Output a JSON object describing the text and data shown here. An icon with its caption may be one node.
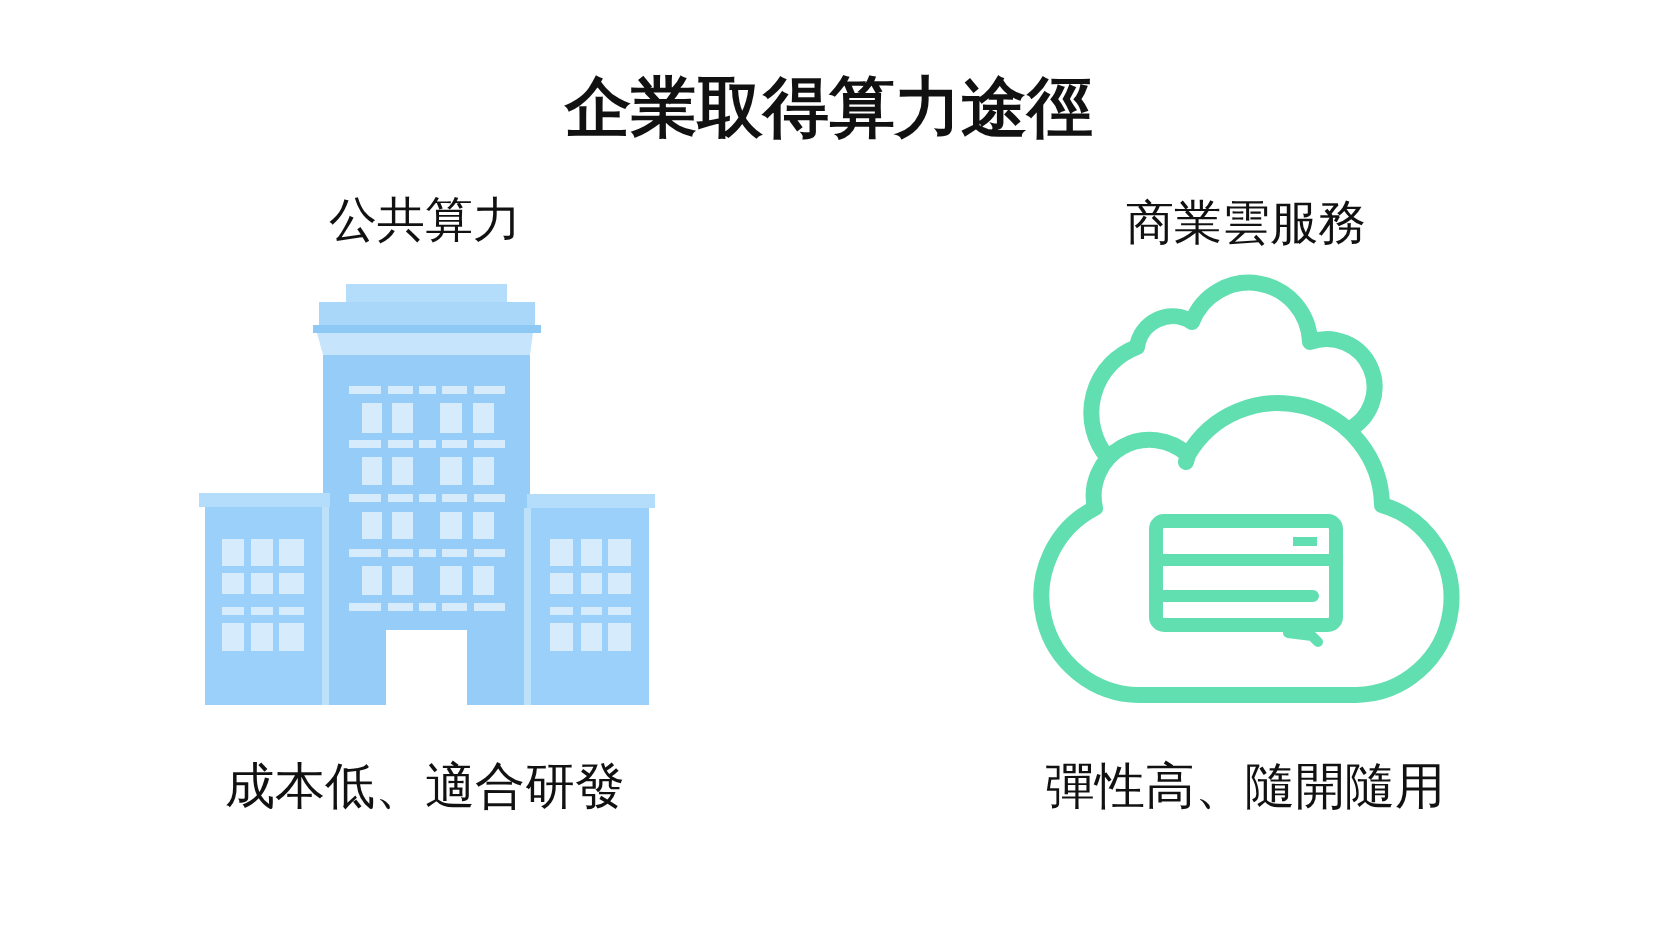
{
  "diagram": {
    "title": "企業取得算力途徑",
    "nodes": [
      {
        "text": [
          "公共算力"
        ],
        "beside": [
          "成本低、適合研發"
        ]
      },
      {
        "text": [
          "商業雲服務"
        ],
        "beside": [
          "彈性高、隨開隨用"
        ]
      }
    ]
  }
}
